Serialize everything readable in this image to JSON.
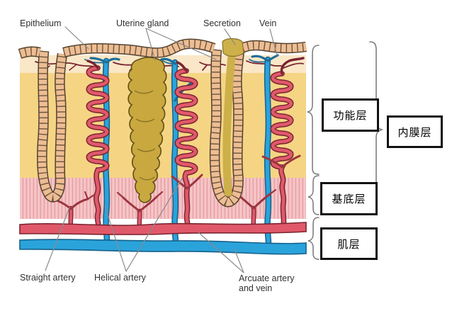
{
  "labels": {
    "epithelium": "Epithelium",
    "uterine_gland": "Uterine gland",
    "secretion": "Secretion",
    "vein": "Vein",
    "straight_artery": "Straight artery",
    "helical_artery": "Helical artery",
    "arcuate_line1": "Arcuate artery",
    "arcuate_line2": "and vein"
  },
  "layers": {
    "functional": "功能层",
    "basal": "基底层",
    "muscular": "肌层",
    "endometrium": "内膜层"
  },
  "colors": {
    "artery_red": "#E0596B",
    "artery_outline": "#7A2430",
    "vein_blue": "#2AA3DB",
    "vein_outline": "#17618A",
    "epithelium_tan": "#EDBD93",
    "epithelium_outline": "#54422E",
    "gland_olive": "#C9A83F",
    "secretion_olive": "#CDB04A",
    "functional_yellow": "#F5D584",
    "surface_cream": "#FAE7C7",
    "basal_pink": "#F5C6C8",
    "basal_stripe": "#E9A0A4",
    "label_text": "#303030",
    "brace_gray": "#777777",
    "box_border": "#111111"
  }
}
